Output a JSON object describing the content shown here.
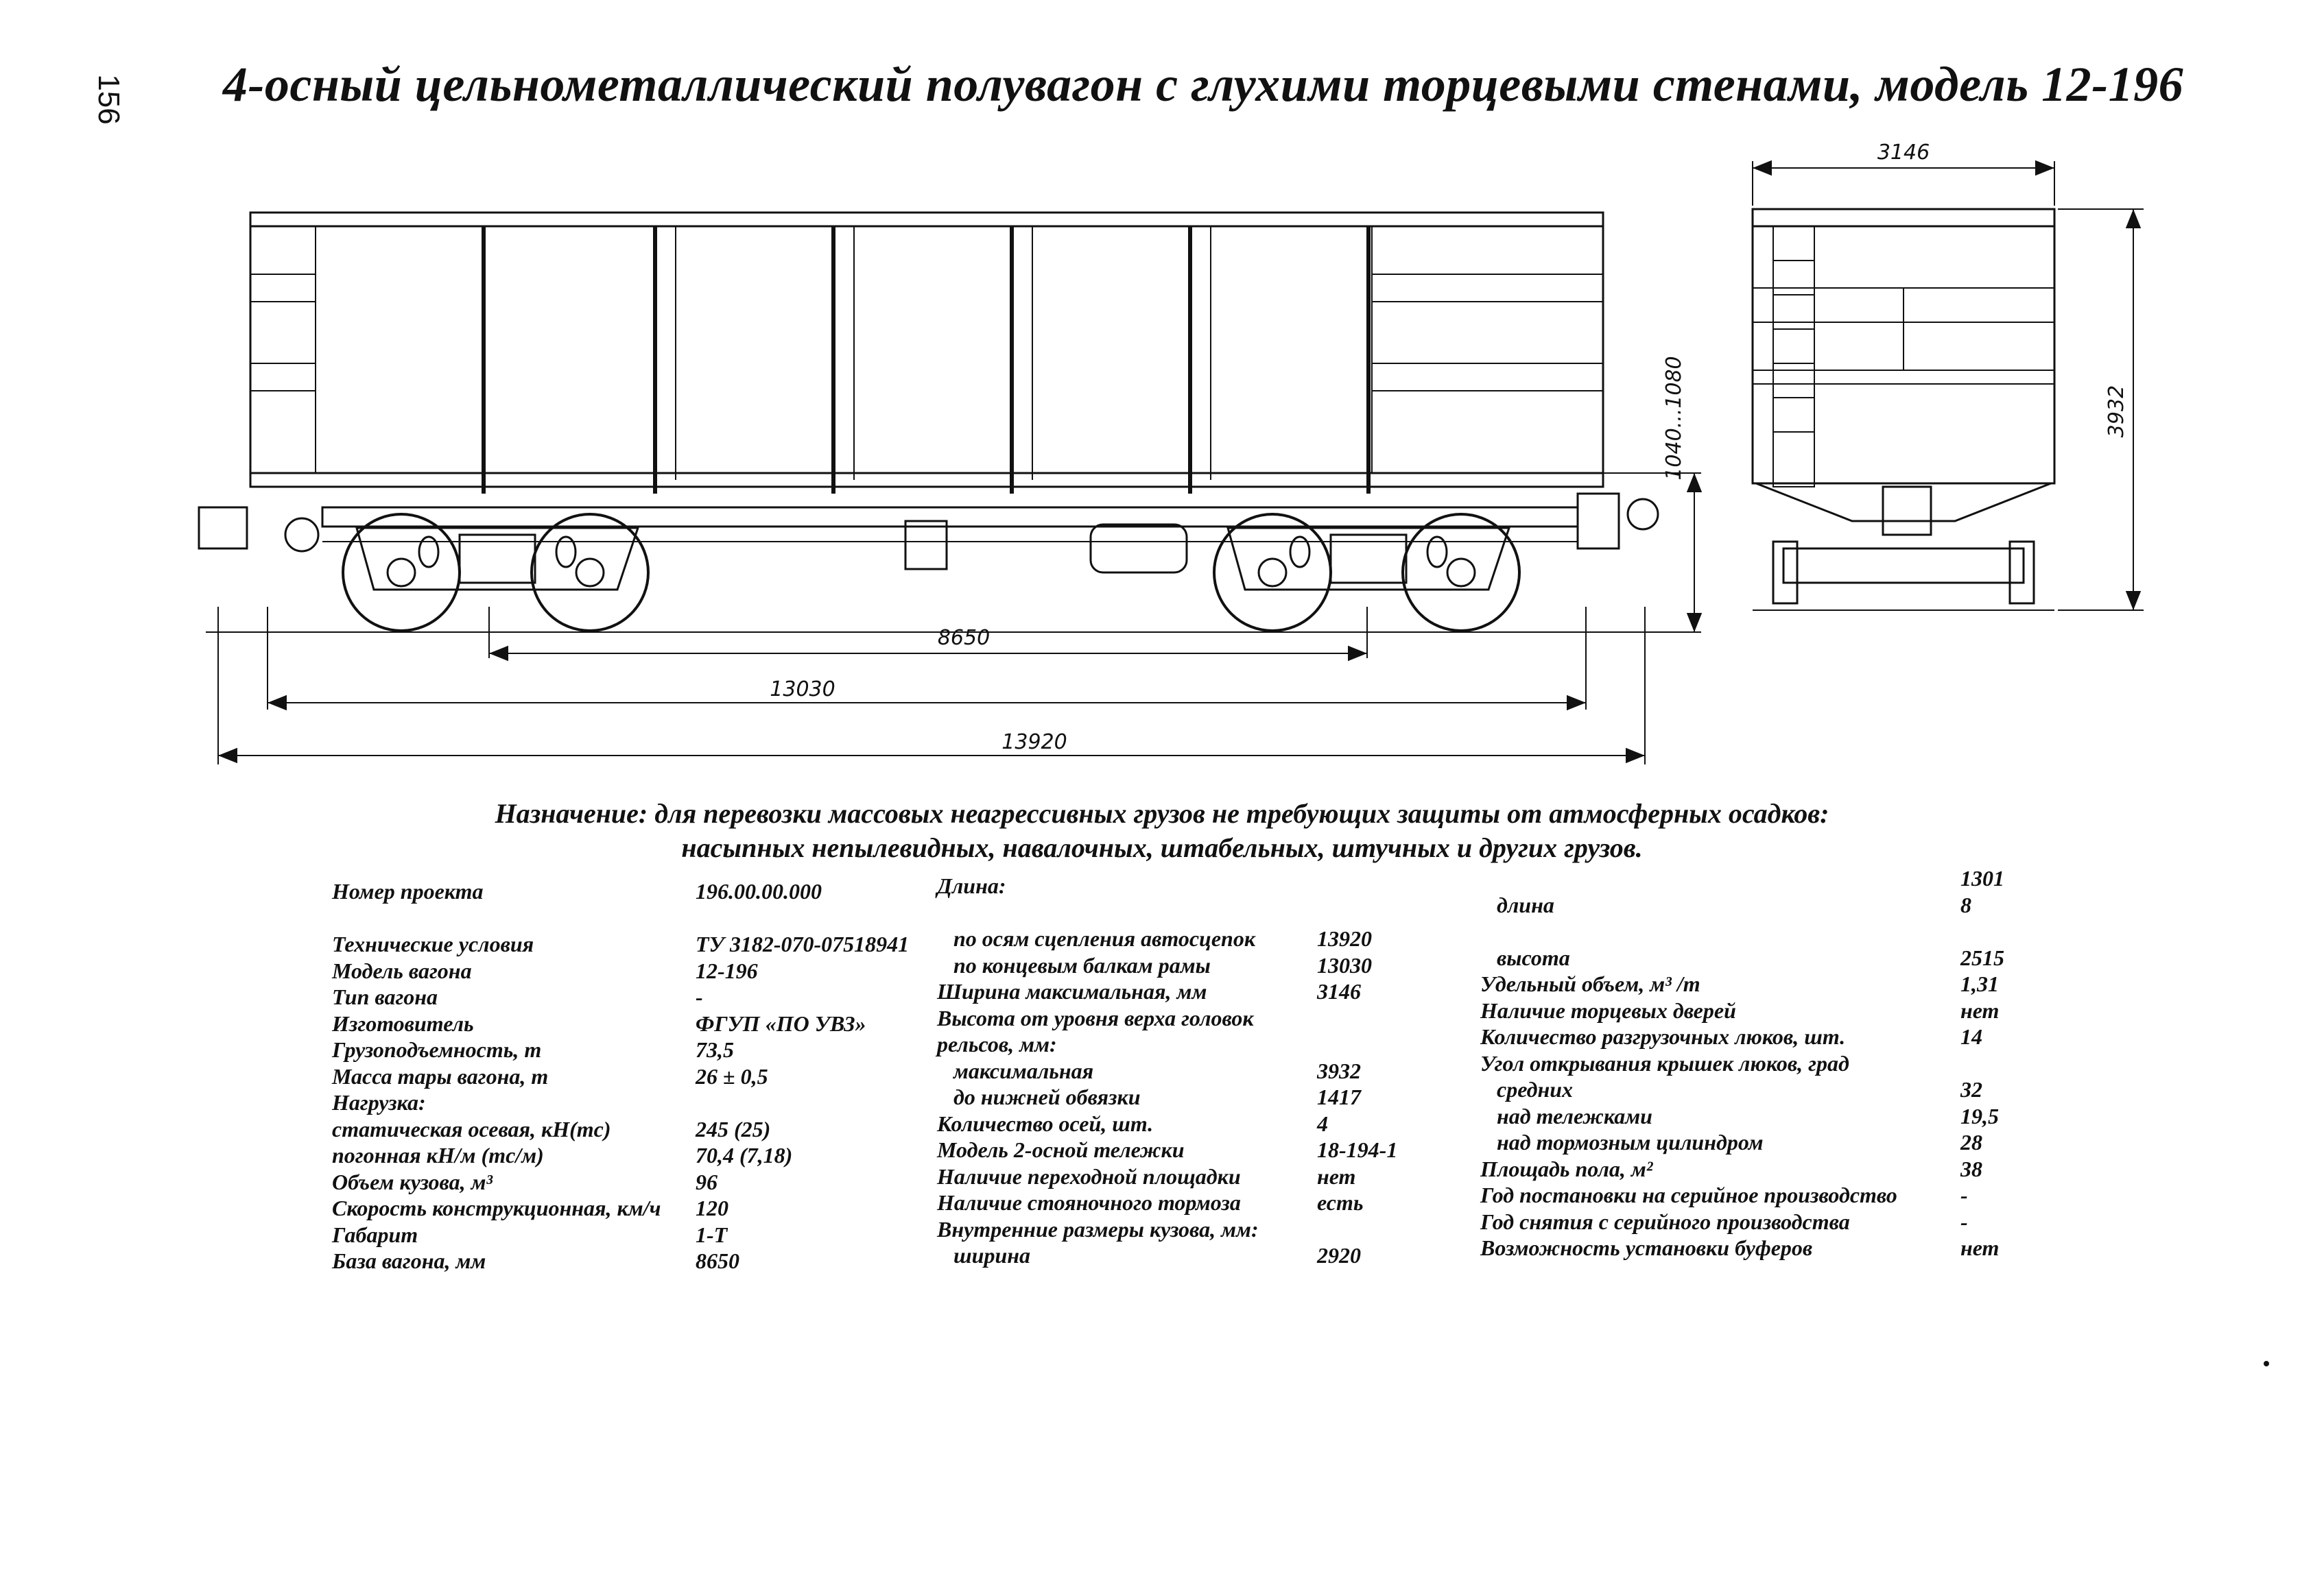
{
  "page_number": "156",
  "title": "4-осный цельнометаллический полувагон с глухими торцевыми стенами, модель 12-196",
  "drawing": {
    "dimensions": {
      "base": "8650",
      "frame_length": "13030",
      "coupler_length": "13920",
      "side_height": "1040...1080",
      "width": "3146",
      "height": "3932"
    }
  },
  "purpose": {
    "label": "Назначение:",
    "line1": "для перевозки массовых неагрессивных грузов не требующих защиты от атмосферных осадков:",
    "line2": "насыпных непылевидных, навалочных, штабельных,  штучных и других грузов."
  },
  "specs": {
    "col1": [
      {
        "label": "Номер проекта",
        "value": "196.00.00.000"
      },
      {
        "label": "",
        "value": ""
      },
      {
        "label": "Технические условия",
        "value": "ТУ 3182-070-07518941"
      },
      {
        "label": "Модель вагона",
        "value": "12-196"
      },
      {
        "label": "Тип вагона",
        "value": "-"
      },
      {
        "label": "Изготовитель",
        "value": "ФГУП «ПО УВЗ»"
      },
      {
        "label": "Грузоподъемность, т",
        "value": "73,5"
      },
      {
        "label": "Масса тары вагона, т",
        "value": "26 ± 0,5"
      },
      {
        "label": "Нагрузка:",
        "value": ""
      },
      {
        "label": "статическая осевая, кН(тс)",
        "value": "245 (25)"
      },
      {
        "label": "погонная кН/м (тс/м)",
        "value": "70,4 (7,18)"
      },
      {
        "label": "Объем кузова, м³",
        "value": "96"
      },
      {
        "label": "Скорость конструкционная, км/ч",
        "value": "120"
      },
      {
        "label": "Габарит",
        "value": "1-Т"
      },
      {
        "label": "База вагона, мм",
        "value": "8650"
      }
    ],
    "col2": [
      {
        "label": "Длина:",
        "value": "",
        "indent": 0
      },
      {
        "label": "",
        "value": "",
        "indent": 0
      },
      {
        "label": "по осям сцепления автосцепок",
        "value": "13920",
        "indent": 1
      },
      {
        "label": "по концевым балкам рамы",
        "value": "13030",
        "indent": 1
      },
      {
        "label": "Ширина максимальная, мм",
        "value": "3146",
        "indent": 0
      },
      {
        "label": "Высота от уровня верха головок",
        "value": "",
        "indent": 0
      },
      {
        "label": "рельсов, мм:",
        "value": "",
        "indent": 0
      },
      {
        "label": "максимальная",
        "value": "3932",
        "indent": 1
      },
      {
        "label": "до нижней обвязки",
        "value": "1417",
        "indent": 1
      },
      {
        "label": "Количество осей, шт.",
        "value": "4",
        "indent": 0
      },
      {
        "label": "Модель 2-осной тележки",
        "value": "18-194-1",
        "indent": 0
      },
      {
        "label": "Наличие переходной площадки",
        "value": "нет",
        "indent": 0
      },
      {
        "label": "Наличие стояночного тормоза",
        "value": "есть",
        "indent": 0
      },
      {
        "label": "Внутренние размеры кузова, мм:",
        "value": "",
        "indent": 0
      },
      {
        "label": "ширина",
        "value": "2920",
        "indent": 1
      }
    ],
    "col3": [
      {
        "label": "",
        "value": "1301",
        "indent": 0
      },
      {
        "label": "длина",
        "value": "8",
        "indent": 1
      },
      {
        "label": "",
        "value": "",
        "indent": 0
      },
      {
        "label": "высота",
        "value": "2515",
        "indent": 1
      },
      {
        "label": "Удельный объем, м³ /т",
        "value": "1,31",
        "indent": 0
      },
      {
        "label": "Наличие торцевых дверей",
        "value": "нет",
        "indent": 0
      },
      {
        "label": "Количество разгрузочных люков, шт.",
        "value": "14",
        "indent": 0
      },
      {
        "label": "Угол открывания крышек люков, град",
        "value": "",
        "indent": 0
      },
      {
        "label": "средних",
        "value": "32",
        "indent": 1
      },
      {
        "label": "над тележками",
        "value": "19,5",
        "indent": 1
      },
      {
        "label": "над тормозным цилиндром",
        "value": "28",
        "indent": 1
      },
      {
        "label": "Площадь пола, м²",
        "value": "38",
        "indent": 0
      },
      {
        "label": "Год постановки на серийное производство",
        "value": "-",
        "indent": 0
      },
      {
        "label": "Год снятия с серийного производства",
        "value": "-",
        "indent": 0
      },
      {
        "label": "Возможность установки буферов",
        "value": "нет",
        "indent": 0
      }
    ]
  }
}
